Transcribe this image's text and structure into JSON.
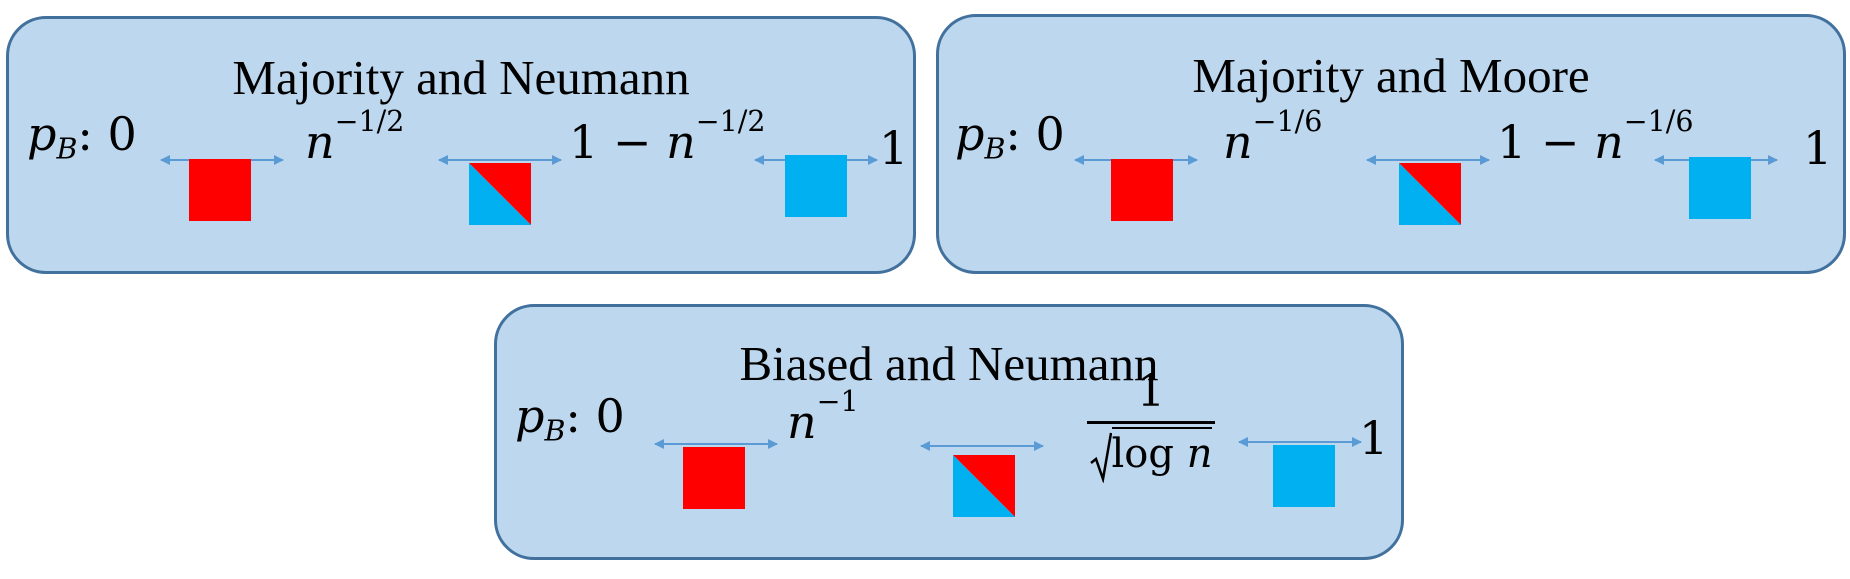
{
  "colors": {
    "red": "#ff0000",
    "blue": "#00b0f0",
    "arrow": "#5b9bd5",
    "panel_fill": "#bdd7ee",
    "panel_border": "#41719c"
  },
  "panels": [
    {
      "title": "Majority and Neumann",
      "lead": {
        "symbol": "p",
        "subscript": "B",
        "suffix": ": 0"
      },
      "thresholds": [
        {
          "base": "n",
          "prefix": "",
          "exponent": "−1/2"
        },
        {
          "base": "n",
          "prefix": "1 − ",
          "exponent": "−1/2"
        },
        {
          "value": "1"
        }
      ],
      "states": [
        "red",
        "split",
        "blue"
      ]
    },
    {
      "title": "Majority and Moore",
      "lead": {
        "symbol": "p",
        "subscript": "B",
        "suffix": ": 0"
      },
      "thresholds": [
        {
          "base": "n",
          "prefix": "",
          "exponent": "−1/6"
        },
        {
          "base": "n",
          "prefix": "1 − ",
          "exponent": "−1/6"
        },
        {
          "value": "1"
        }
      ],
      "states": [
        "red",
        "split",
        "blue"
      ]
    },
    {
      "title": "Biased and Neumann",
      "lead": {
        "symbol": "p",
        "subscript": "B",
        "suffix": ": 0"
      },
      "thresholds": [
        {
          "base": "n",
          "prefix": "",
          "exponent": "−1"
        },
        {
          "numerator": "1",
          "radicand": "log",
          "radicand_var": "n"
        },
        {
          "value": "1"
        }
      ],
      "states": [
        "red",
        "split",
        "blue"
      ]
    }
  ]
}
